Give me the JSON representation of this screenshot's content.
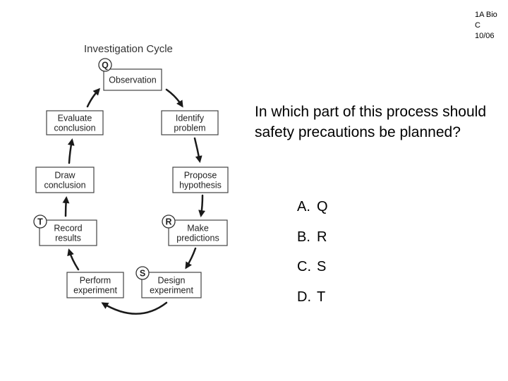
{
  "corner_note": [
    "1A Bio",
    "C",
    "10/06"
  ],
  "diagram": {
    "title": "Investigation Cycle",
    "steps": [
      {
        "id": "observation",
        "lines": [
          "Observation"
        ],
        "marker": "Q"
      },
      {
        "id": "identify-problem",
        "lines": [
          "Identify",
          "problem"
        ],
        "marker": ""
      },
      {
        "id": "propose-hypothesis",
        "lines": [
          "Propose",
          "hypothesis"
        ],
        "marker": ""
      },
      {
        "id": "make-predictions",
        "lines": [
          "Make",
          "predictions"
        ],
        "marker": "R"
      },
      {
        "id": "design-experiment",
        "lines": [
          "Design",
          "experiment"
        ],
        "marker": "S"
      },
      {
        "id": "perform-experiment",
        "lines": [
          "Perform",
          "experiment"
        ],
        "marker": ""
      },
      {
        "id": "record-results",
        "lines": [
          "Record",
          "results"
        ],
        "marker": "T"
      },
      {
        "id": "draw-conclusion",
        "lines": [
          "Draw",
          "conclusion"
        ],
        "marker": ""
      },
      {
        "id": "evaluate-conclusion",
        "lines": [
          "Evaluate",
          "conclusion"
        ],
        "marker": ""
      }
    ]
  },
  "question": "In which part of this process should safety precautions be planned?",
  "options": [
    {
      "letter": "A.",
      "text": "Q"
    },
    {
      "letter": "B.",
      "text": "R"
    },
    {
      "letter": "C.",
      "text": "S"
    },
    {
      "letter": "D.",
      "text": "T"
    }
  ]
}
